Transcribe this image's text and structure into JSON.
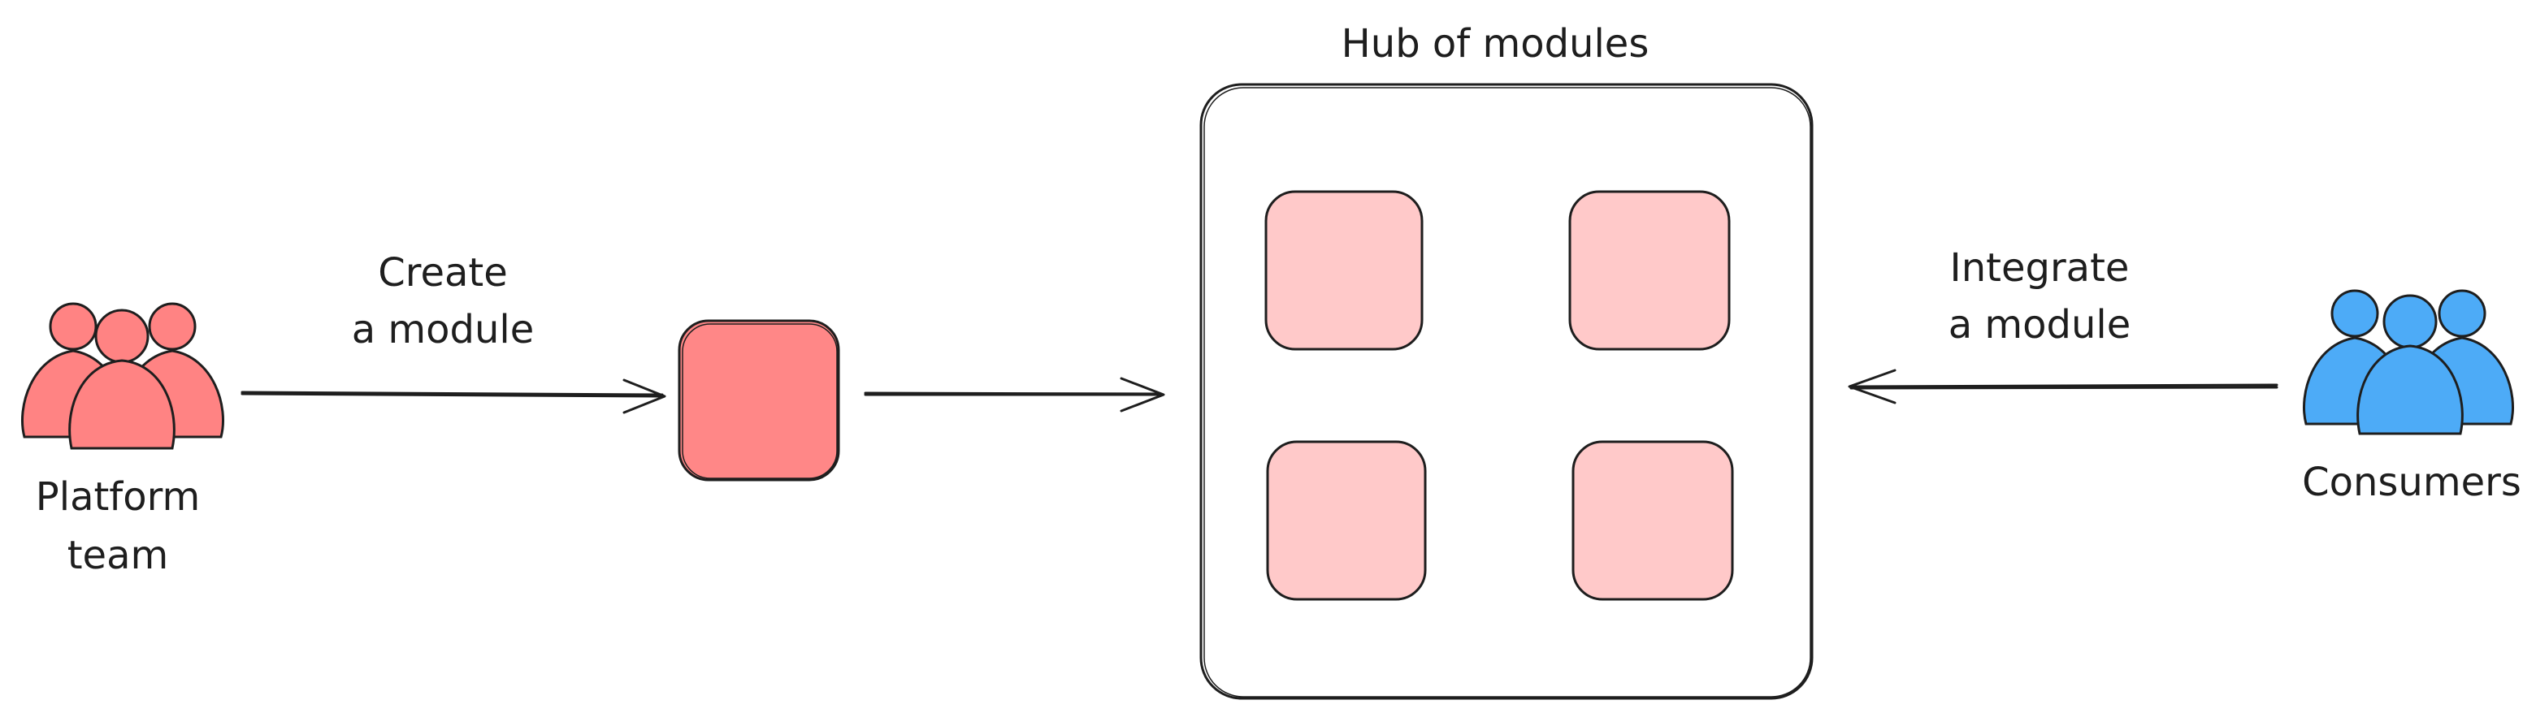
{
  "diagram": {
    "platform_team": {
      "label_line1": "Platform",
      "label_line2": "team",
      "color": "#ff8383"
    },
    "create_arrow": {
      "label_line1": "Create",
      "label_line2": "a module"
    },
    "new_module": {
      "color": "#ff8787"
    },
    "hub": {
      "title": "Hub of modules",
      "module_color": "#ffc9c9",
      "module_count": 4
    },
    "integrate_arrow": {
      "label_line1": "Integrate",
      "label_line2": "a module"
    },
    "consumers": {
      "label": "Consumers",
      "color": "#4dabf7"
    }
  }
}
